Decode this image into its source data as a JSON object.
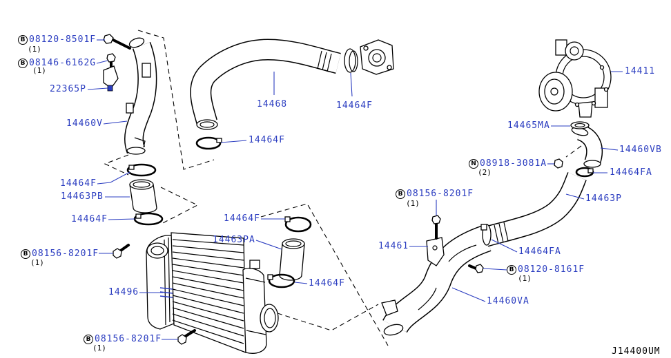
{
  "colors": {
    "label": "#2a3cc0",
    "lines": "#000000"
  },
  "diagram_code": "J14400UM",
  "fasteners": [
    {
      "prefix": "B",
      "number": "08120-8501F",
      "qty": "(1)"
    },
    {
      "prefix": "B",
      "number": "08146-6162G",
      "qty": "(1)"
    },
    {
      "prefix": "B",
      "number": "08156-8201F",
      "qty": "(1)"
    },
    {
      "prefix": "B",
      "number": "08156-8201F",
      "qty": "(1)"
    },
    {
      "prefix": "N",
      "number": "08918-3081A",
      "qty": "(2)"
    },
    {
      "prefix": "B",
      "number": "08156-8201F",
      "qty": "(1)"
    },
    {
      "prefix": "B",
      "number": "08120-8161F",
      "qty": "(1)"
    }
  ],
  "parts": [
    "22365P",
    "14460V",
    "14464F",
    "14463PB",
    "14464F",
    "14496",
    "14468",
    "14464F",
    "14464F",
    "14464F",
    "14463PA",
    "14464F",
    "14411",
    "14465MA",
    "14460VB",
    "14464FA",
    "14463P",
    "14461",
    "14464FA",
    "14460VA"
  ]
}
